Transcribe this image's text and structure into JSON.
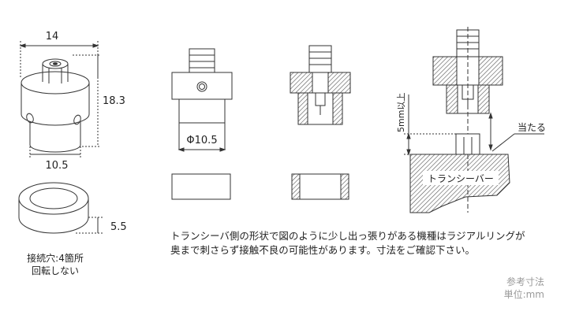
{
  "dimensions": {
    "top_width": "14",
    "height": "18.3",
    "bottom_width": "10.5",
    "ring_height": "5.5",
    "diameter": "Φ10.5",
    "protrusion": "5mm以上"
  },
  "labels": {
    "contact": "当たる",
    "transceiver": "トランシーバー"
  },
  "notes": {
    "connection_line1": "接続穴:4箇所",
    "connection_line2": "回転しない",
    "main_line1": "トランシーバ側の形状で図のように少し出っ張りがある機種はラジアルリングが",
    "main_line2": "奥まで刺さらず接触不良の可能性があります。寸法をご確認下さい。"
  },
  "reference": {
    "line1": "参考寸法",
    "line2": "単位:mm"
  },
  "colors": {
    "line": "#333333",
    "hatch": "#555555",
    "reference_text": "#9a9a9a"
  }
}
